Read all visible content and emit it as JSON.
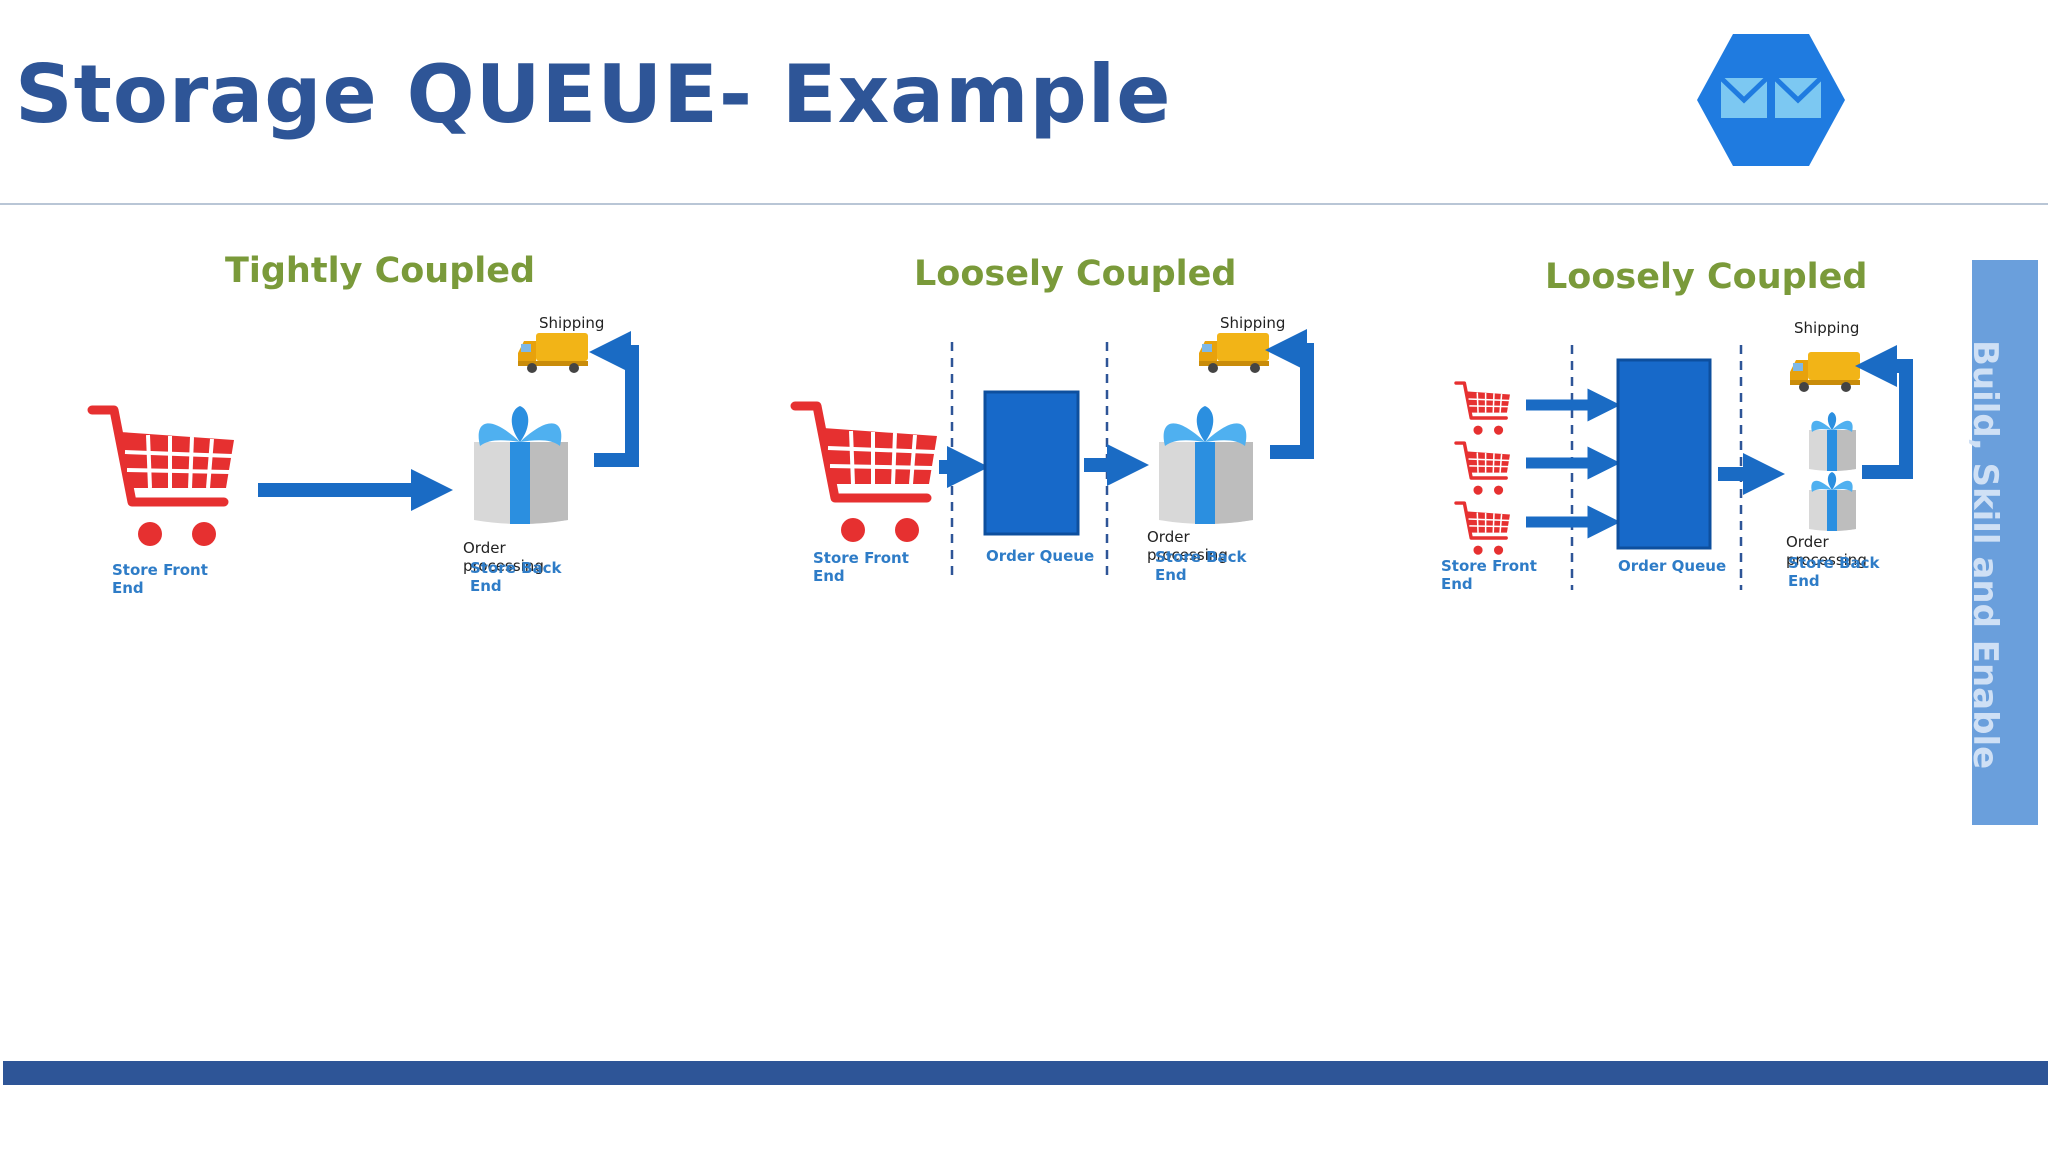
{
  "slide": {
    "title": "Storage QUEUE- Example",
    "side_banner": "Build, Skill and Enable"
  },
  "panels": [
    {
      "title": "Tightly Coupled",
      "store_front": [
        "Store Front",
        "End"
      ],
      "order_processing": [
        "Order",
        "processing"
      ],
      "store_back": [
        "Store Back",
        "End"
      ],
      "shipping": "Shipping"
    },
    {
      "title": "Loosely Coupled",
      "store_front": [
        "Store Front",
        "End"
      ],
      "order_queue": "Order Queue",
      "order_processing": [
        "Order",
        "processing"
      ],
      "store_back": [
        "Store Back",
        "End"
      ],
      "shipping": "Shipping"
    },
    {
      "title": "Loosely Coupled",
      "store_front": [
        "Store Front",
        "End"
      ],
      "order_queue": "Order Queue",
      "order_processing": [
        "Order",
        "processing"
      ],
      "store_back": [
        "Store Back",
        "End"
      ],
      "shipping": "Shipping"
    }
  ],
  "colors": {
    "title": "#2e5597",
    "cart": "#e63030",
    "queue": "#1769c9",
    "arrow": "#1a6bc4",
    "panel_title": "#7a9a3a",
    "banner": "#6a9fdc"
  },
  "icons": {
    "logo": "queue-envelope-hexagon-icon",
    "cart": "shopping-cart-icon",
    "gift": "gift-box-icon",
    "truck": "delivery-truck-icon"
  }
}
